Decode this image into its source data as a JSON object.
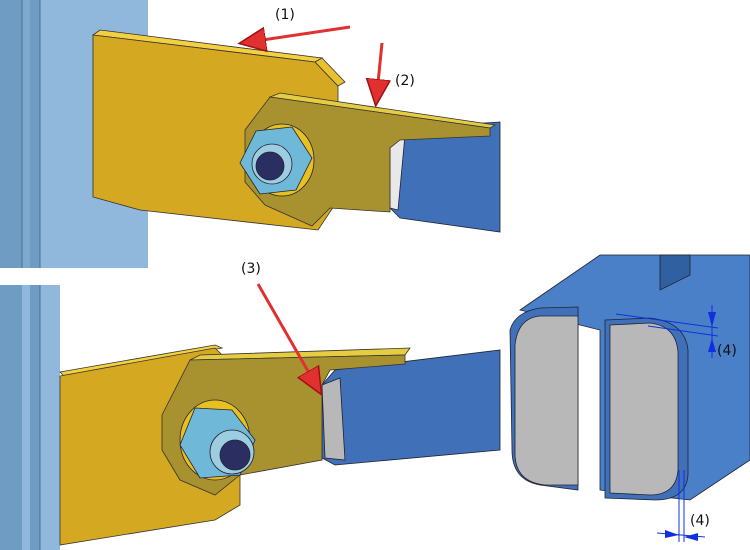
{
  "labels": {
    "callout_1": "(1)",
    "callout_2": "(2)",
    "callout_3": "(3)",
    "callout_4a": "(4)",
    "callout_4b": "(4)"
  },
  "colors": {
    "plate": "#d4a820",
    "plate_dark": "#a89230",
    "tube": "#3f70b8",
    "nut": "#6fb8d8",
    "column": "#8fb8dc",
    "insert": "#b8b8b8",
    "arrow": "#e03030",
    "dimension": "#1030e0"
  }
}
